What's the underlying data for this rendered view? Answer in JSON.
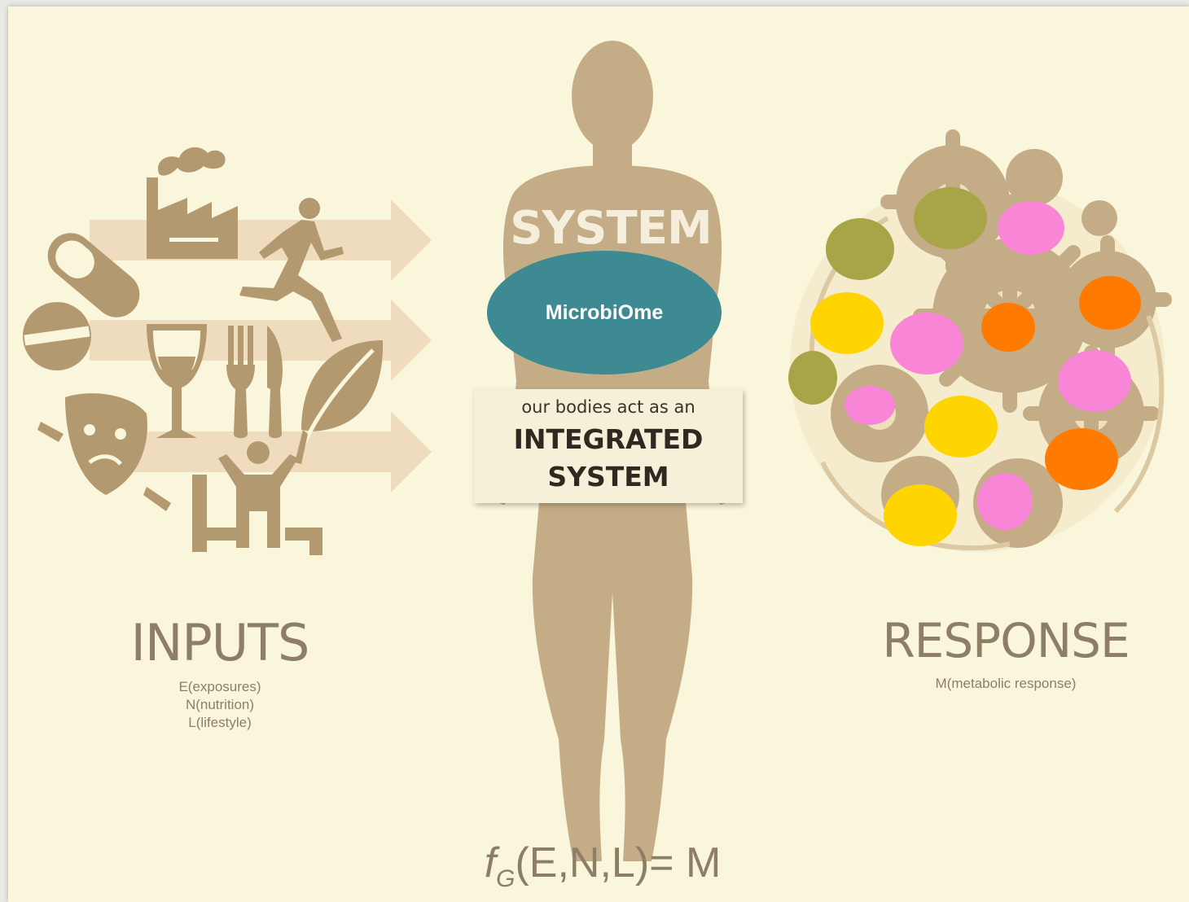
{
  "colors": {
    "background": "#faf6dc",
    "figure": "#c4ad86",
    "arrow": "#efdcbe",
    "icon": "#b3996f",
    "text": "#8d7e66",
    "microbiome_fill": "#3d8a92",
    "blob_olive": "#a8a548",
    "blob_pink": "#f985d6",
    "blob_yellow": "#ffd500",
    "blob_orange": "#ff7a00"
  },
  "inputs": {
    "title": "INPUTS",
    "lines": [
      "E(exposures)",
      "N(nutrition)",
      "L(lifestyle)"
    ],
    "icons": [
      "factory-icon",
      "runner-icon",
      "pill-icon",
      "tablet-icon",
      "wine-glass-icon",
      "fork-icon",
      "knife-icon",
      "leaf-icon",
      "theater-mask-icon",
      "desk-worker-icon"
    ]
  },
  "system": {
    "title": "SYSTEM",
    "microbiome_label": "MicrobiOme",
    "integrated_line1": "our bodies act as an",
    "integrated_line2": "INTEGRATED",
    "integrated_line3": "SYSTEM"
  },
  "response": {
    "title": "RESPONSE",
    "subtitle": "M(metabolic response)",
    "icons": [
      "gear-cluster-icon"
    ]
  },
  "formula": {
    "f": "f",
    "subscript": "G",
    "rest": "(E,N,L)= M"
  }
}
